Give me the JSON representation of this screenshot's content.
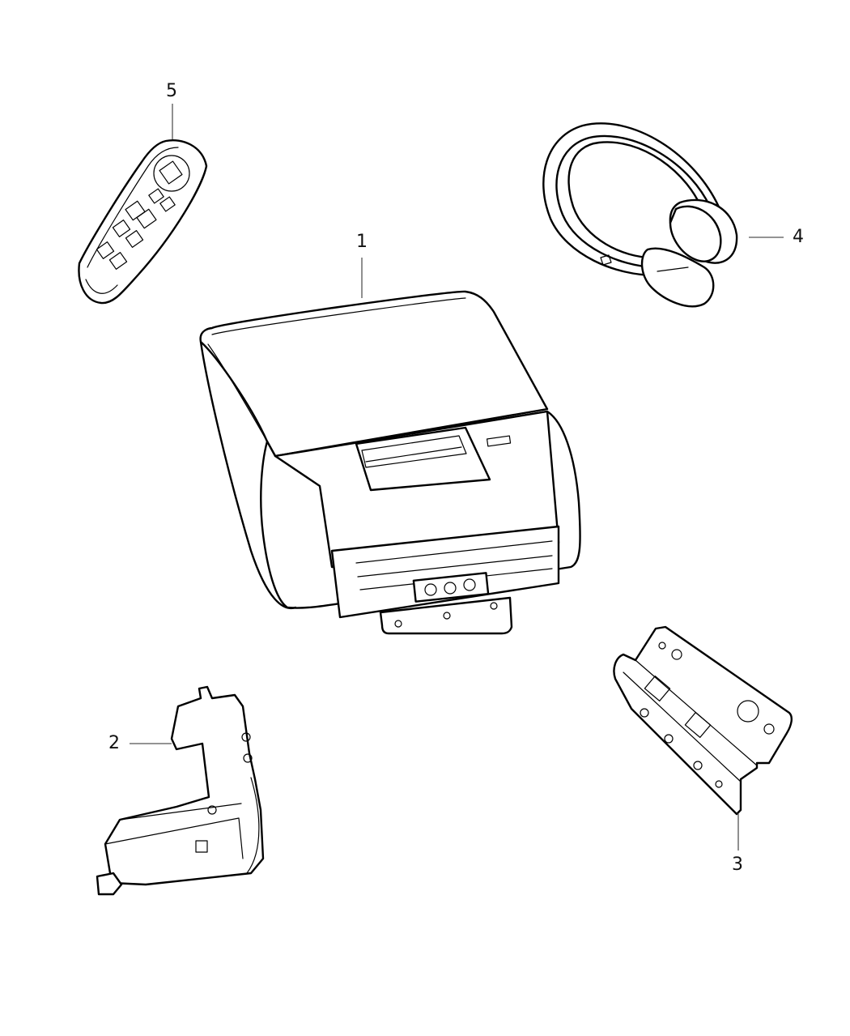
{
  "diagram": {
    "type": "exploded parts illustration",
    "parts": [
      {
        "callout": "1",
        "name": "Overhead video monitor / DVD console"
      },
      {
        "callout": "2",
        "name": "Mounting bracket with wiring"
      },
      {
        "callout": "3",
        "name": "Hinge bracket"
      },
      {
        "callout": "4",
        "name": "Wireless headphones"
      },
      {
        "callout": "5",
        "name": "Remote control"
      }
    ],
    "colors": {
      "line": "#000000",
      "leader": "#555555",
      "background": "#ffffff"
    }
  }
}
